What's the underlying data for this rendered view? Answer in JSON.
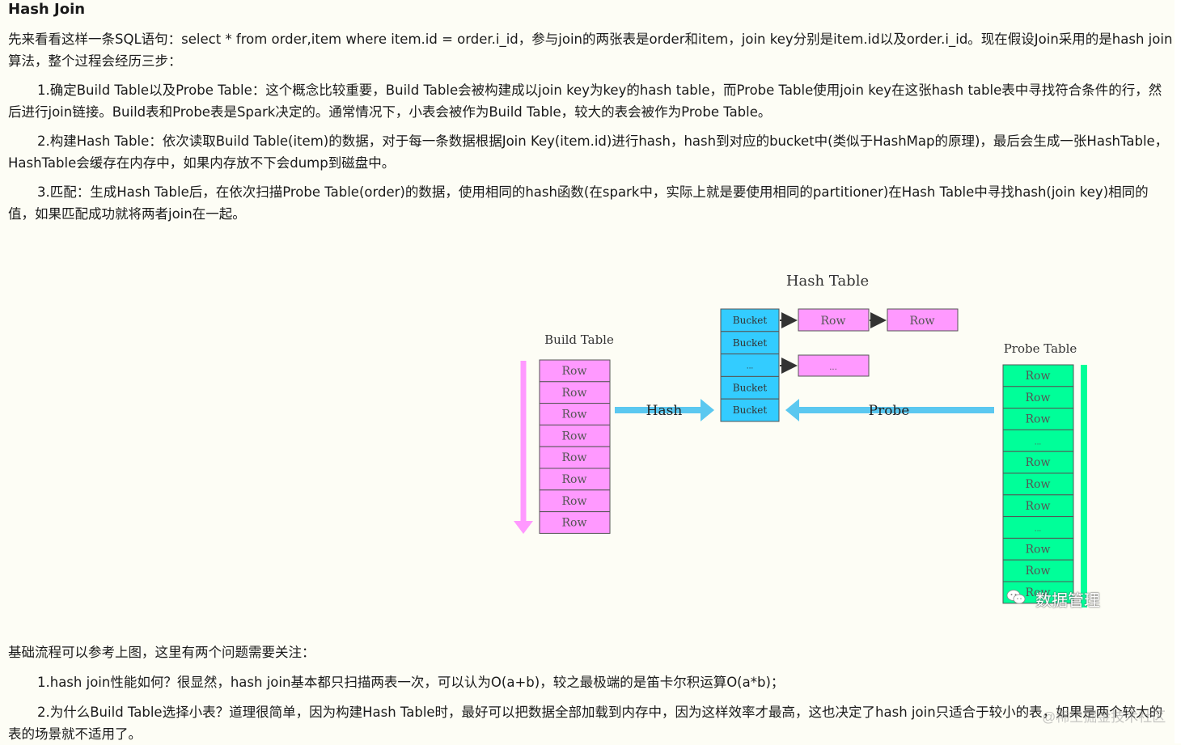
{
  "doc": {
    "title": "Hash Join",
    "intro": "先来看看这样一条SQL语句：select * from order,item where item.id = order.i_id，参与join的两张表是order和item，join key分别是item.id以及order.i_id。现在假设Join采用的是hash join算法，整个过程会经历三步：",
    "steps": [
      "1.确定Build Table以及Probe Table：这个概念比较重要，Build Table会被构建成以join key为key的hash table，而Probe Table使用join key在这张hash table表中寻找符合条件的行，然后进行join链接。Build表和Probe表是Spark决定的。通常情况下，小表会被作为Build Table，较大的表会被作为Probe Table。",
      "2.构建Hash Table：依次读取Build Table(item)的数据，对于每一条数据根据Join Key(item.id)进行hash，hash到对应的bucket中(类似于HashMap的原理)，最后会生成一张HashTable，HashTable会缓存在内存中，如果内存放不下会dump到磁盘中。",
      "3.匹配：生成Hash Table后，在依次扫描Probe Table(order)的数据，使用相同的hash函数(在spark中，实际上就是要使用相同的partitioner)在Hash Table中寻找hash(join key)相同的值，如果匹配成功就将两者join在一起。"
    ],
    "after_intro": "基础流程可以参考上图，这里有两个问题需要关注：",
    "questions": [
      "1.hash join性能如何？很显然，hash join基本都只扫描两表一次，可以认为O(a+b)，较之最极端的是笛卡尔积运算O(a*b)；",
      "2.为什么Build Table选择小表？道理很简单，因为构建Hash Table时，最好可以把数据全部加载到内存中，因为这样效率才最高，这也决定了hash join只适合于较小的表，如果是两个较大的表的场景就不适用了。"
    ]
  },
  "diagram": {
    "hash_table_title": "Hash Table",
    "build_table_title": "Build Table",
    "probe_table_title": "Probe Table",
    "build_rows": [
      "Row",
      "Row",
      "Row",
      "Row",
      "Row",
      "Row",
      "Row",
      "Row"
    ],
    "buckets": [
      "Bucket",
      "Bucket",
      "...",
      "Bucket",
      "Bucket"
    ],
    "chain_row1": [
      "Row",
      "Row"
    ],
    "chain_row3": [
      "..."
    ],
    "probe_rows": [
      "Row",
      "Row",
      "Row",
      "...",
      "Row",
      "Row",
      "Row",
      "...",
      "Row",
      "Row",
      "Row"
    ],
    "hash_label": "Hash",
    "probe_label": "Probe",
    "colors": {
      "build": "#ff99ff",
      "bucket": "#33ccff",
      "probe": "#00ff99",
      "arrow_blue": "#5bc8f0",
      "arrow_pink": "#ff99ff",
      "probe_bar": "#00ff99"
    }
  },
  "watermarks": {
    "wechat_name": "数据管理",
    "community": "@稀土掘金技术社区"
  }
}
